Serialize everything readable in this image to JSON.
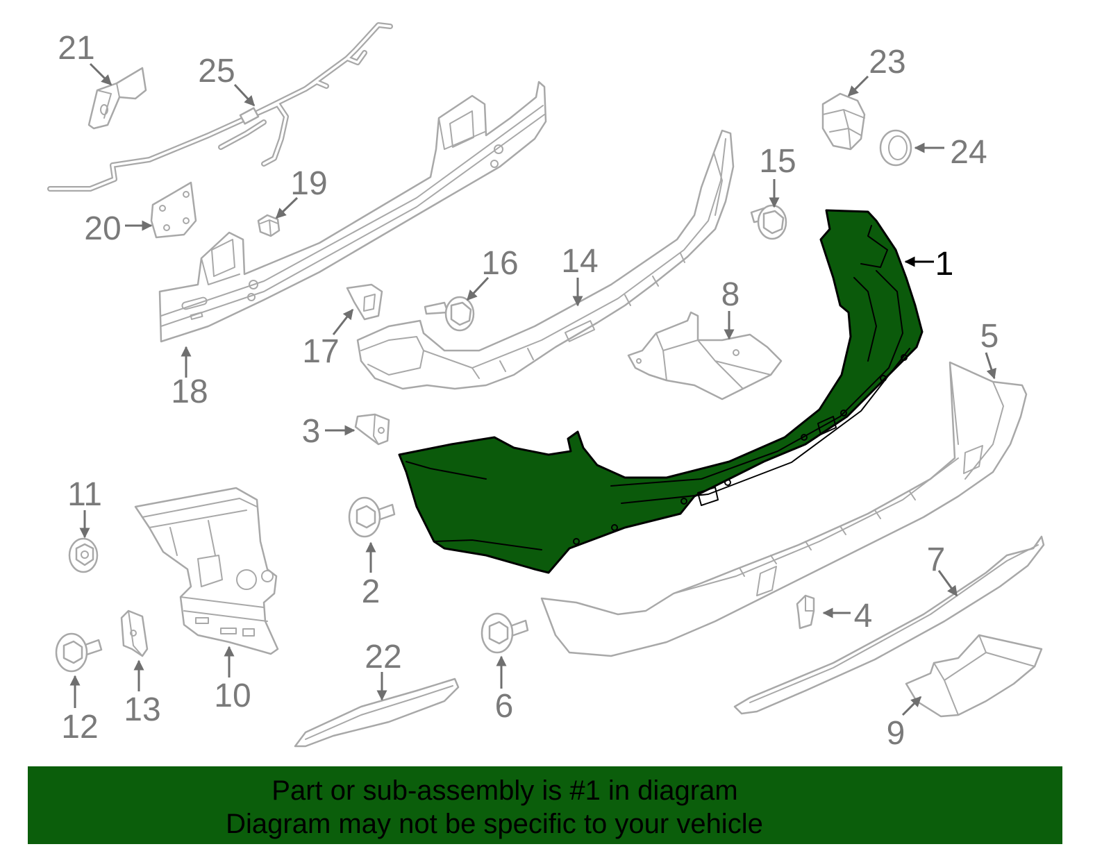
{
  "callouts": {
    "p1": "1",
    "p2": "2",
    "p3": "3",
    "p4": "4",
    "p5": "5",
    "p6": "6",
    "p7": "7",
    "p8": "8",
    "p9": "9",
    "p10": "10",
    "p11": "11",
    "p12": "12",
    "p13": "13",
    "p14": "14",
    "p15": "15",
    "p16": "16",
    "p17": "17",
    "p18": "18",
    "p19": "19",
    "p20": "20",
    "p21": "21",
    "p22": "22",
    "p23": "23",
    "p24": "24",
    "p25": "25"
  },
  "banner": {
    "line1": "Part or sub-assembly is #1 in diagram",
    "line2": "Diagram may not be specific to your vehicle"
  },
  "colors": {
    "highlight": "#0b5a0b",
    "outline": "#a8a8a8",
    "label": "#7a7a7a",
    "banner": "#0b5e0b",
    "banner_text": "#000000"
  }
}
